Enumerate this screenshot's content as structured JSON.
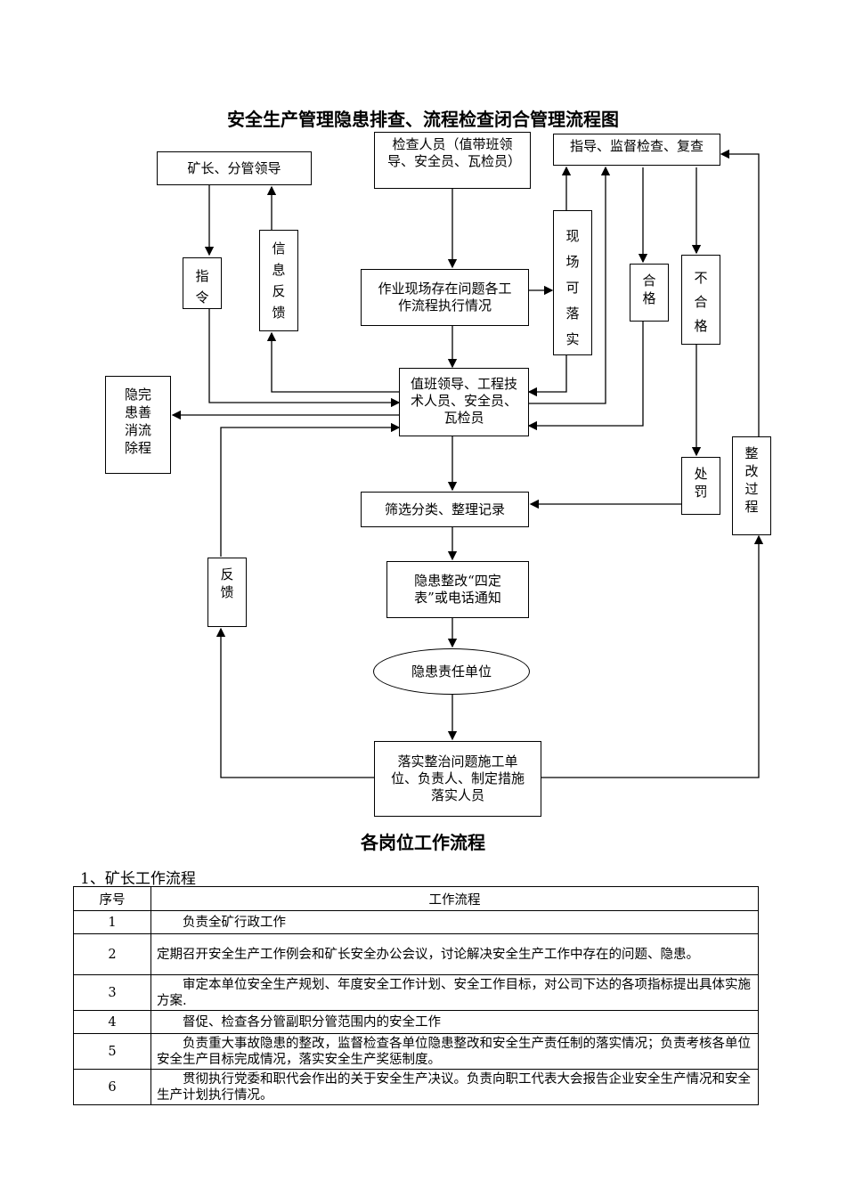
{
  "page_title": "安全生产管理隐患排查、流程检查闭合管理流程图",
  "flowchart": {
    "boxes": {
      "mine_manager": "矿长、分管领导",
      "inspectors": "检查人员（值带班领导、安全员、瓦检员）",
      "guidance": "指导、监督检查、复查",
      "instruction": [
        "指",
        "令"
      ],
      "info_feedback": [
        "信",
        "息",
        "反",
        "馈"
      ],
      "onsite_feasible": [
        "现",
        "场",
        "可",
        "落",
        "实"
      ],
      "qualified": [
        "合",
        "格"
      ],
      "unqualified": [
        "不",
        "合",
        "格"
      ],
      "field_problem": "作业现场存在问题各工作流程执行情况",
      "duty_leaders": "值班领导、工程技术人员、安全员、瓦检员",
      "hazard_eliminated": [
        "隐完",
        "患善",
        "消流",
        "除程"
      ],
      "punish": [
        "处",
        "罚"
      ],
      "rectify_process": [
        "整",
        "改",
        "过",
        "程"
      ],
      "screen_record": "筛选分类、整理记录",
      "four_fix": "隐患整改“四定表”或电话通知",
      "feedback": [
        "反",
        "馈"
      ],
      "responsible_unit": "隐患责任单位",
      "implement": "落实整治问题施工单位、负责人、制定措施落实人员"
    }
  },
  "section_title": "各岗位工作流程",
  "subsection": "1、矿长工作流程",
  "table": {
    "headers": [
      "序号",
      "工作流程"
    ],
    "rows": [
      {
        "no": "1",
        "text": "负责全矿行政工作"
      },
      {
        "no": "2",
        "text": "定期召开安全生产工作例会和矿长安全办公会议，讨论解决安全生产工作中存在的问题、隐患。"
      },
      {
        "no": "3",
        "text": "审定本单位安全生产规划、年度安全工作计划、安全工作目标，对公司下达的各项指标提出具体实施方案."
      },
      {
        "no": "4",
        "text": "督促、检查各分管副职分管范围内的安全工作"
      },
      {
        "no": "5",
        "text": "负责重大事故隐患的整改，监督检查各单位隐患整改和安全生产责任制的落实情况；负责考核各单位安全生产目标完成情况，落实安全生产奖惩制度。"
      },
      {
        "no": "6",
        "text": "贯彻执行党委和职代会作出的关于安全生产决议。负责向职工代表大会报告企业安全生产情况和安全生产计划执行情况。"
      }
    ]
  }
}
